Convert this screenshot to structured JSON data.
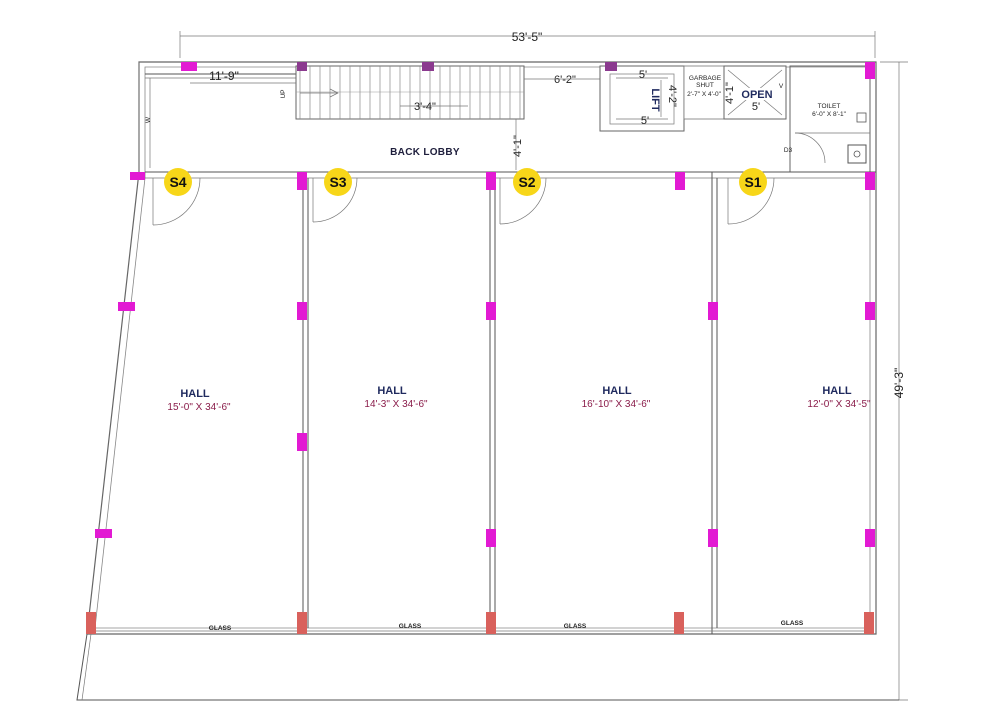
{
  "dimensions": {
    "overall_width": "53'-5\"",
    "overall_depth": "49'-3\"",
    "back_width": "11'-9\"",
    "stair_width": "3'-4\"",
    "lobby_run": "6'-2\"",
    "lobby_depth": "4'-1\"",
    "lift_top": "5'",
    "lift_side": "4'-2\"",
    "lift_bottom": "5'",
    "open_side": "4'-1\"",
    "open_bottom": "5'"
  },
  "labels": {
    "back_lobby": "BACK LOBBY",
    "lift": "LIFT",
    "open": "OPEN",
    "open_mark": "V",
    "garbage_title": "GARBAGE SHUT",
    "garbage_size": "2'-7\" X 4'-0\"",
    "toilet_title": "TOILET",
    "toilet_size": "6'-0\" X 8'-1\"",
    "door_d3": "D3",
    "up": "UP",
    "w_mark": "W"
  },
  "shops": [
    {
      "badge": "S4",
      "name": "HALL",
      "size": "15'-0\" X 34'-6\"",
      "glass": "GLASS"
    },
    {
      "badge": "S3",
      "name": "HALL",
      "size": "14'-3\" X 34'-6\"",
      "glass": "GLASS"
    },
    {
      "badge": "S2",
      "name": "HALL",
      "size": "16'-10\" X 34'-6\"",
      "glass": "GLASS"
    },
    {
      "badge": "S1",
      "name": "HALL",
      "size": "12'-0\" X 34'-5\"",
      "glass": "GLASS"
    }
  ],
  "colors": {
    "column": "#e21ad3",
    "column_dark": "#8b3a8f",
    "front_column": "#d9615c",
    "badge": "#f7d619",
    "wall_line": "#777777"
  }
}
